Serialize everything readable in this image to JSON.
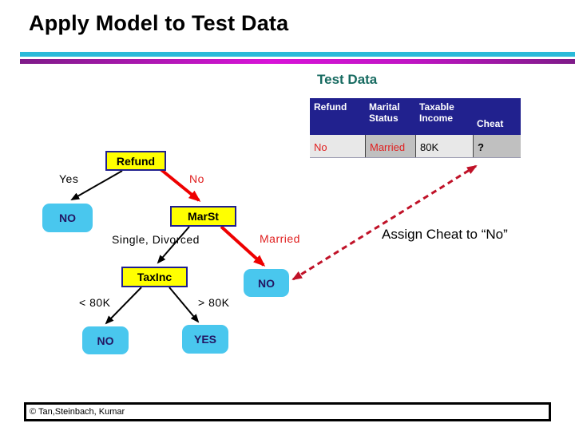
{
  "slide": {
    "title": "Apply Model to Test Data",
    "subtitle": "Test Data",
    "annotation": "Assign Cheat to “No”",
    "footer": "© Tan,Steinbach, Kumar"
  },
  "table": {
    "headers": [
      "Refund",
      "Marital Status",
      "Taxable Income",
      "Cheat"
    ],
    "row": [
      "No",
      "Married",
      "80K",
      "?"
    ]
  },
  "tree": {
    "nodes": {
      "refund": "Refund",
      "marst": "MarSt",
      "taxinc": "TaxInc",
      "leaf_refund_yes": "NO",
      "leaf_married": "NO",
      "leaf_low": "NO",
      "leaf_high": "YES"
    },
    "branches": {
      "yes": "Yes",
      "no": "No",
      "single_divorced": "Single, Divorced",
      "married": "Married",
      "lt80k": "< 80K",
      "gt80k": "> 80K"
    }
  },
  "colors": {
    "divider_cyan": "#2ABAD9",
    "divider_magenta": "#C014C4",
    "heading_teal": "#166A60",
    "table_header_bg": "#21218E",
    "cell_light": "#E8E8E8",
    "cell_dark": "#C0C0C0",
    "record_highlight_text": "#E02020",
    "decision_node_fill": "#FFFF00",
    "node_border": "#1F1F8F",
    "leaf_node_fill": "#49C7EE",
    "leaf_text": "#231663",
    "followed_branch_arrow": "#EE0000",
    "dashed_assign_arrow": "#C01228"
  }
}
